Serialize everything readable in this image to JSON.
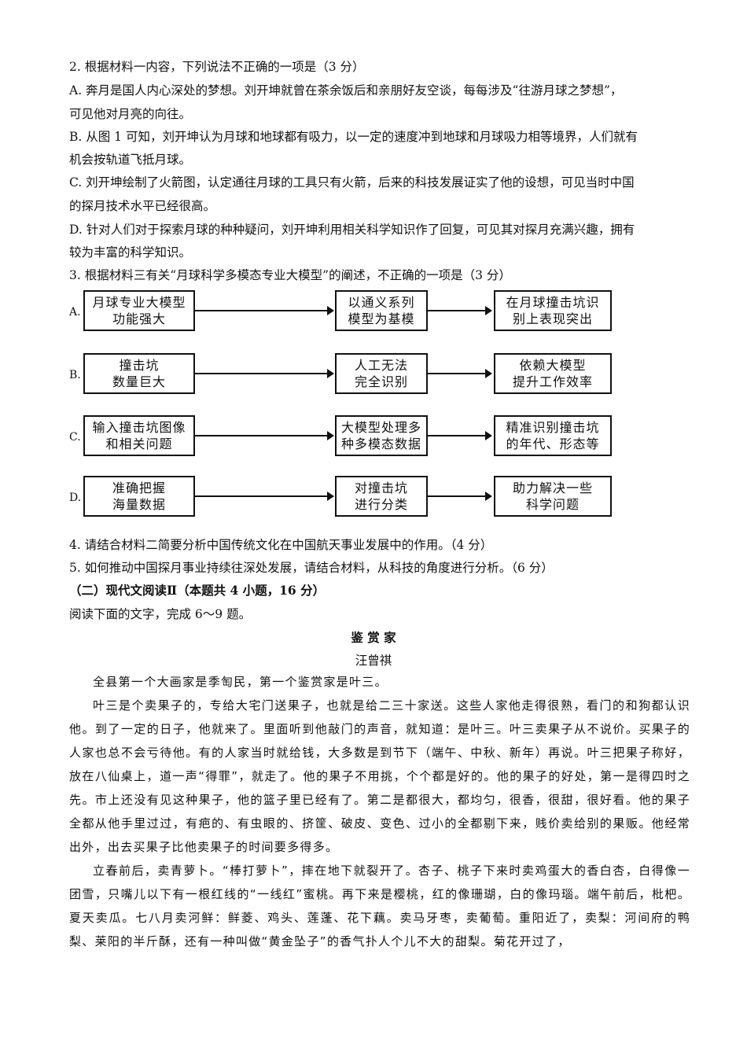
{
  "q2": {
    "stem": "2. 根据材料一内容，下列说法不正确的一项是（3 分）",
    "a1": "A. 奔月是国人内心深处的梦想。刘开坤就曾在茶余饭后和亲朋好友空谈，每每涉及“往游月球之梦想”，",
    "a2": "可见他对月亮的向往。",
    "b1": "B. 从图 1 可知，刘开坤认为月球和地球都有吸力，以一定的速度冲到地球和月球吸力相等境界，人们就有",
    "b2": "机会按轨道飞抵月球。",
    "c1": "C. 刘开坤绘制了火箭图，认定通往月球的工具只有火箭，后来的科技发展证实了他的设想，可见当时中国",
    "c2": "的探月技术水平已经很高。",
    "d1": "D. 针对人们对于探索月球的种种疑问，刘开坤利用相关科学知识作了回复，可见其对探月充满兴趣，拥有",
    "d2": "较为丰富的科学知识。"
  },
  "q3": {
    "stem": "3. 根据材料三有关“月球科学多模态专业大模型”的阐述，不正确的一项是（3 分）",
    "options": [
      {
        "letter": "A.",
        "box1": "月球专业大模型\n功能强大",
        "box2": "以通义系列\n模型为基模",
        "box3": "在月球撞击坑识\n别上表现突出"
      },
      {
        "letter": "B.",
        "box1": "撞击坑\n数量巨大",
        "box2": "人工无法\n完全识别",
        "box3": "依赖大模型\n提升工作效率"
      },
      {
        "letter": "C.",
        "box1": "输入撞击坑图像\n和相关问题",
        "box2": "大模型处理多\n种多模态数据",
        "box3": "精准识别撞击坑\n的年代、形态等"
      },
      {
        "letter": "D.",
        "box1": "准确把握\n海量数据",
        "box2": "对撞击坑\n进行分类",
        "box3": "助力解决一些\n科学问题"
      }
    ]
  },
  "q4": "4. 请结合材料二简要分析中国传统文化在中国航天事业发展中的作用。（4 分）",
  "q5": "5. 如何推动中国探月事业持续往深处发展，请结合材料，从科技的角度进行分析。（6 分）",
  "section": {
    "heading": "（二）现代文阅读Ⅱ（本题共 4 小题，16 分）",
    "instruction": "阅读下面的文字，完成 6～9 题。"
  },
  "article": {
    "title": "鉴 赏 家",
    "author": "汪曾祺",
    "paragraphs": [
      "全县第一个大画家是季匋民，第一个鉴赏家是叶三。",
      "叶三是个卖果子的，专给大宅门送果子，也就是给二三十家送。这些人家他走得很熟，看门的和狗都认识他。到了一定的日子，他就来了。里面听到他敲门的声音，就知道：是叶三。叶三卖果子从不说价。买果子的人家也总不会亏待他。有的人家当时就给钱，大多数是到节下（端午、中秋、新年）再说。叶三把果子称好，放在八仙桌上，道一声“得罪”，就走了。他的果子不用挑，个个都是好的。他的果子的好处，第一是得四时之先。市上还没有见这种果子，他的篮子里已经有了。第二是都很大，都均匀，很香，很甜，很好看。他的果子全都从他手里过过，有疤的、有虫眼的、挤筐、破皮、变色、过小的全都剔下来，贱价卖给别的果贩。他经常出外，出去买果子比他卖果子的时间要多得多。",
      "立春前后，卖青萝卜。“棒打萝卜”，摔在地下就裂开了。杏子、桃子下来时卖鸡蛋大的香白杏，白得像一团雪，只嘴儿以下有一根红线的“一线红”蜜桃。再下来是樱桃，红的像珊瑚，白的像玛瑙。端午前后，枇杷。夏天卖瓜。七八月卖河鲜：鲜菱、鸡头、莲蓬、花下藕。卖马牙枣，卖葡萄。重阳近了，卖梨：河间府的鸭梨、莱阳的半斤酥，还有一种叫做“黄金坠子”的香气扑人个儿不大的甜梨。菊花开过了，"
    ]
  }
}
